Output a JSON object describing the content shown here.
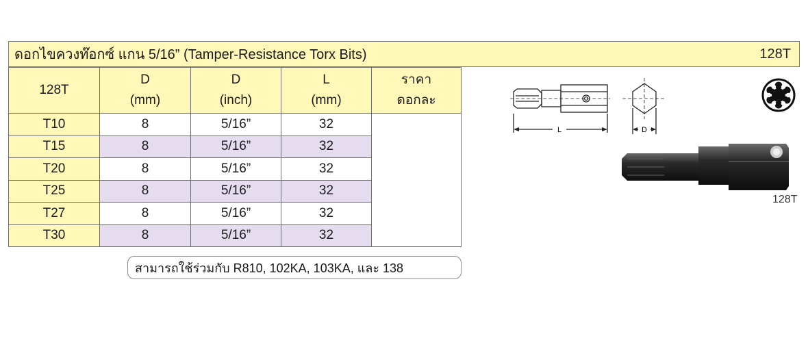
{
  "title": "ดอกไขควงท๊อกซ์ แกน 5/16” (Tamper-Resistance Torx Bits)",
  "code": "128T",
  "table": {
    "headers": [
      {
        "line1": "128T",
        "line2": ""
      },
      {
        "line1": "D",
        "line2": "(mm)"
      },
      {
        "line1": "D",
        "line2": "(inch)"
      },
      {
        "line1": "L",
        "line2": "(mm)"
      },
      {
        "line1": "ราคา",
        "line2": "ดอกละ"
      }
    ],
    "rows": [
      {
        "model": "T10",
        "d_mm": "8",
        "d_inch": "5/16”",
        "l_mm": "32"
      },
      {
        "model": "T15",
        "d_mm": "8",
        "d_inch": "5/16”",
        "l_mm": "32"
      },
      {
        "model": "T20",
        "d_mm": "8",
        "d_inch": "5/16”",
        "l_mm": "32"
      },
      {
        "model": "T25",
        "d_mm": "8",
        "d_inch": "5/16”",
        "l_mm": "32"
      },
      {
        "model": "T27",
        "d_mm": "8",
        "d_inch": "5/16”",
        "l_mm": "32"
      },
      {
        "model": "T30",
        "d_mm": "8",
        "d_inch": "5/16”",
        "l_mm": "32"
      }
    ]
  },
  "note": "สามารถใช้ร่วมกับ R810,  102KA, 103KA, และ 138",
  "drawing": {
    "length_label": "L",
    "diameter_label": "D"
  },
  "photo_caption": "128T",
  "colors": {
    "header_fill": "#fff8b8",
    "alt_row_fill": "#e5dcef",
    "border": "#6e6e6e"
  },
  "icons": [
    "torx-star-icon"
  ]
}
